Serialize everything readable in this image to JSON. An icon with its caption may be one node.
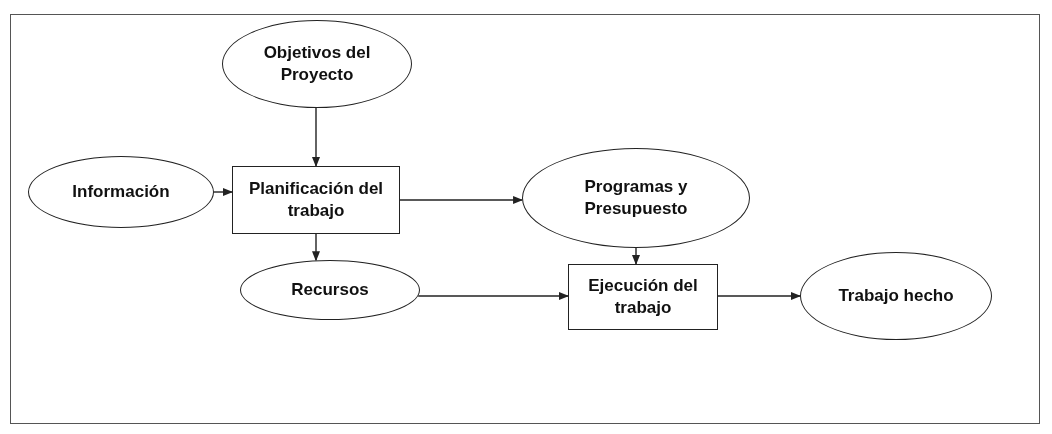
{
  "diagram": {
    "nodes": [
      {
        "text": [
          "Objetivos del Proyecto"
        ]
      },
      {
        "text": [
          "Información"
        ]
      },
      {
        "text": [
          "Planificación del trabajo"
        ]
      },
      {
        "text": [
          "Programas y Presupuesto"
        ]
      },
      {
        "text": [
          "Recursos"
        ]
      },
      {
        "text": [
          "Ejecución del trabajo"
        ]
      },
      {
        "text": [
          "Trabajo hecho"
        ]
      }
    ],
    "edges": [
      {
        "from": 0,
        "to": 2,
        "arrow": "to"
      },
      {
        "from": 1,
        "to": 2,
        "arrow": "to"
      },
      {
        "from": 2,
        "to": 3,
        "arrow": "to"
      },
      {
        "from": 2,
        "to": 4,
        "arrow": "to"
      },
      {
        "from": 3,
        "to": 5,
        "arrow": "to"
      },
      {
        "from": 4,
        "to": 5,
        "arrow": "to"
      },
      {
        "from": 5,
        "to": 6,
        "arrow": "to"
      }
    ]
  }
}
